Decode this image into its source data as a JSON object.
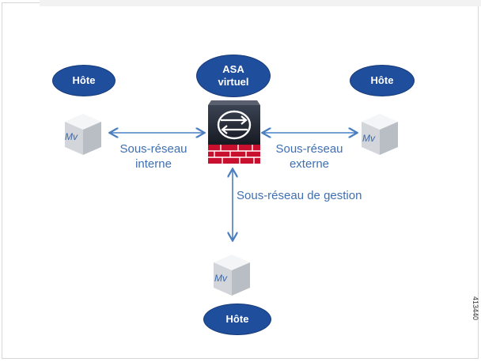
{
  "nodes": {
    "host_left": "Hôte",
    "host_right": "Hôte",
    "host_bottom": "Hôte",
    "asa_line1": "ASA",
    "asa_line2": "virtuel"
  },
  "vms": {
    "left": "Mv",
    "right": "Mv",
    "bottom": "Mv"
  },
  "links": {
    "internal_line1": "Sous-réseau",
    "internal_line2": "interne",
    "external_line1": "Sous-réseau",
    "external_line2": "externe",
    "management": "Sous-réseau de gestion"
  },
  "figure_id": "413440",
  "colors": {
    "ellipse": "#1f4e9c",
    "label": "#3f6fb3",
    "arrow": "#4a7ec0",
    "firewall_red": "#c8102e",
    "firewall_dark": "#1e2430"
  }
}
